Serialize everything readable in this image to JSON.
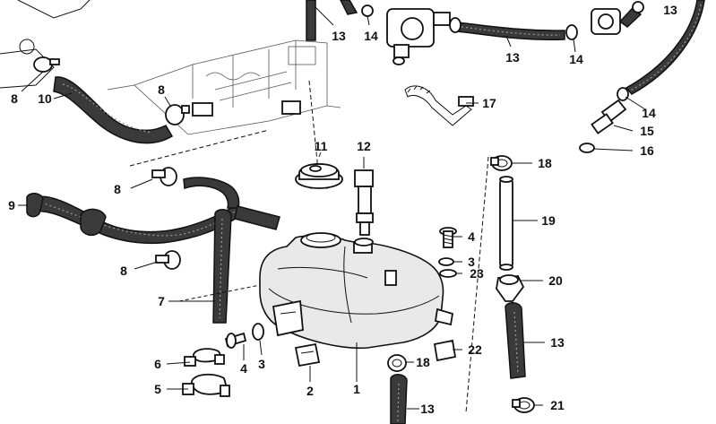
{
  "callouts": [
    {
      "id": "l13_a",
      "text": "13"
    },
    {
      "id": "l14_a",
      "text": "14"
    },
    {
      "id": "l13_b",
      "text": "13"
    },
    {
      "id": "l14_b",
      "text": "14"
    },
    {
      "id": "l13_c",
      "text": "13"
    },
    {
      "id": "l8_a",
      "text": "8"
    },
    {
      "id": "l10",
      "text": "10"
    },
    {
      "id": "l8_b",
      "text": "8"
    },
    {
      "id": "l17",
      "text": "17"
    },
    {
      "id": "l14_c",
      "text": "14"
    },
    {
      "id": "l15",
      "text": "15"
    },
    {
      "id": "l16",
      "text": "16"
    },
    {
      "id": "l11",
      "text": "11"
    },
    {
      "id": "l12",
      "text": "12"
    },
    {
      "id": "l18_a",
      "text": "18"
    },
    {
      "id": "l8_c",
      "text": "8"
    },
    {
      "id": "l9",
      "text": "9"
    },
    {
      "id": "l19",
      "text": "19"
    },
    {
      "id": "l4_a",
      "text": "4"
    },
    {
      "id": "l3_a",
      "text": "3"
    },
    {
      "id": "l23",
      "text": "23"
    },
    {
      "id": "l8_d",
      "text": "8"
    },
    {
      "id": "l20",
      "text": "20"
    },
    {
      "id": "l7",
      "text": "7"
    },
    {
      "id": "l13_d",
      "text": "13"
    },
    {
      "id": "l22",
      "text": "22"
    },
    {
      "id": "l6",
      "text": "6"
    },
    {
      "id": "l4_b",
      "text": "4"
    },
    {
      "id": "l3_b",
      "text": "3"
    },
    {
      "id": "l18_b",
      "text": "18"
    },
    {
      "id": "l5",
      "text": "5"
    },
    {
      "id": "l2",
      "text": "2"
    },
    {
      "id": "l1",
      "text": "1"
    },
    {
      "id": "l21",
      "text": "21"
    },
    {
      "id": "l13_e",
      "text": "13"
    }
  ]
}
